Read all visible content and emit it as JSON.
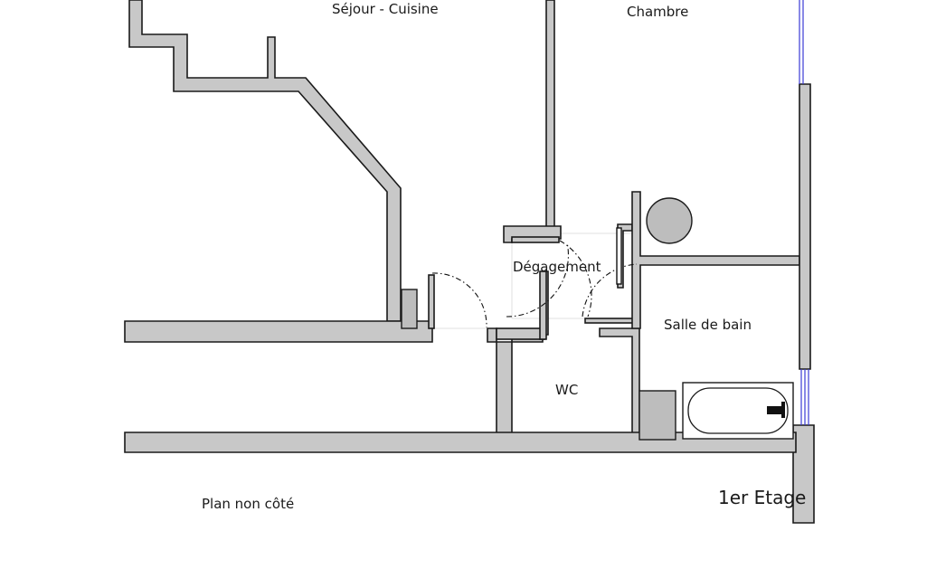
{
  "plan": {
    "rooms": {
      "sejour": "Séjour - Cuisine",
      "chambre": "Chambre",
      "degagement": "Dégagement",
      "salle_de_bain": "Salle de bain",
      "wc": "WC"
    },
    "notes": {
      "non_cote": "Plan non côté",
      "etage": "1er Etage"
    }
  }
}
